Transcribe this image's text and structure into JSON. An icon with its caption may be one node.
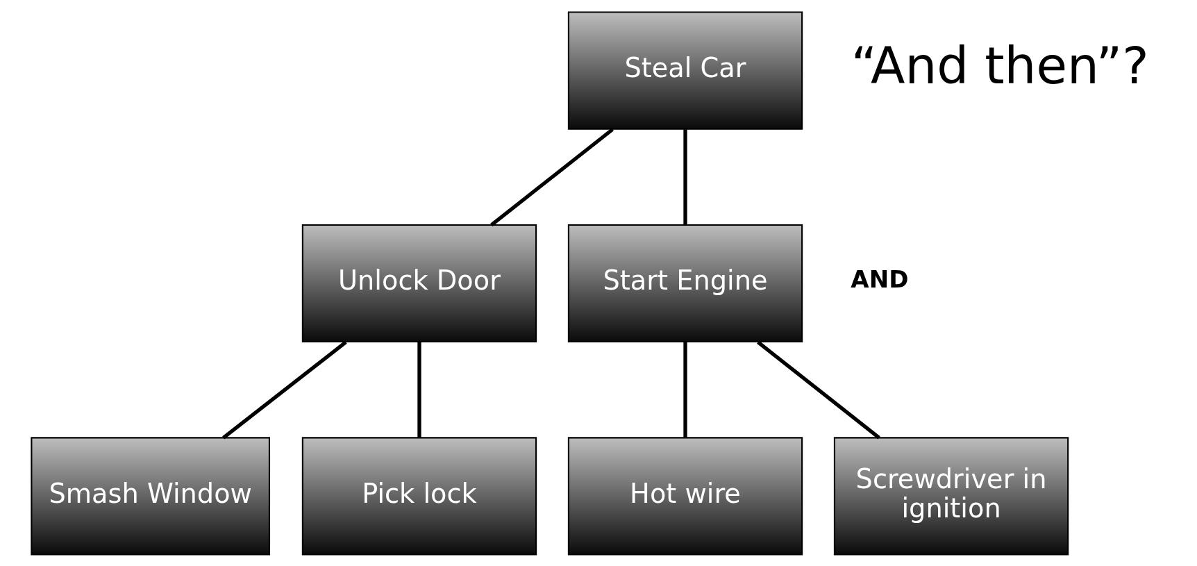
{
  "diagram": {
    "nodes": [
      {
        "text": [
          "Steal Car"
        ]
      },
      {
        "text": [
          "Unlock Door"
        ]
      },
      {
        "text": [
          "Start Engine"
        ]
      },
      {
        "text": [
          "Smash Window"
        ]
      },
      {
        "text": [
          "Pick lock"
        ]
      },
      {
        "text": [
          "Hot wire"
        ]
      },
      {
        "text": [
          "Screwdriver in ignition"
        ]
      }
    ],
    "edges": [
      {
        "from": 0,
        "to": 1,
        "arrow": "none"
      },
      {
        "from": 0,
        "to": 2,
        "arrow": "none"
      },
      {
        "from": 1,
        "to": 3,
        "arrow": "none"
      },
      {
        "from": 1,
        "to": 4,
        "arrow": "none"
      },
      {
        "from": 2,
        "to": 5,
        "arrow": "none"
      },
      {
        "from": 2,
        "to": 6,
        "arrow": "none"
      }
    ],
    "labels": [
      "AND",
      "“And then”?"
    ]
  }
}
